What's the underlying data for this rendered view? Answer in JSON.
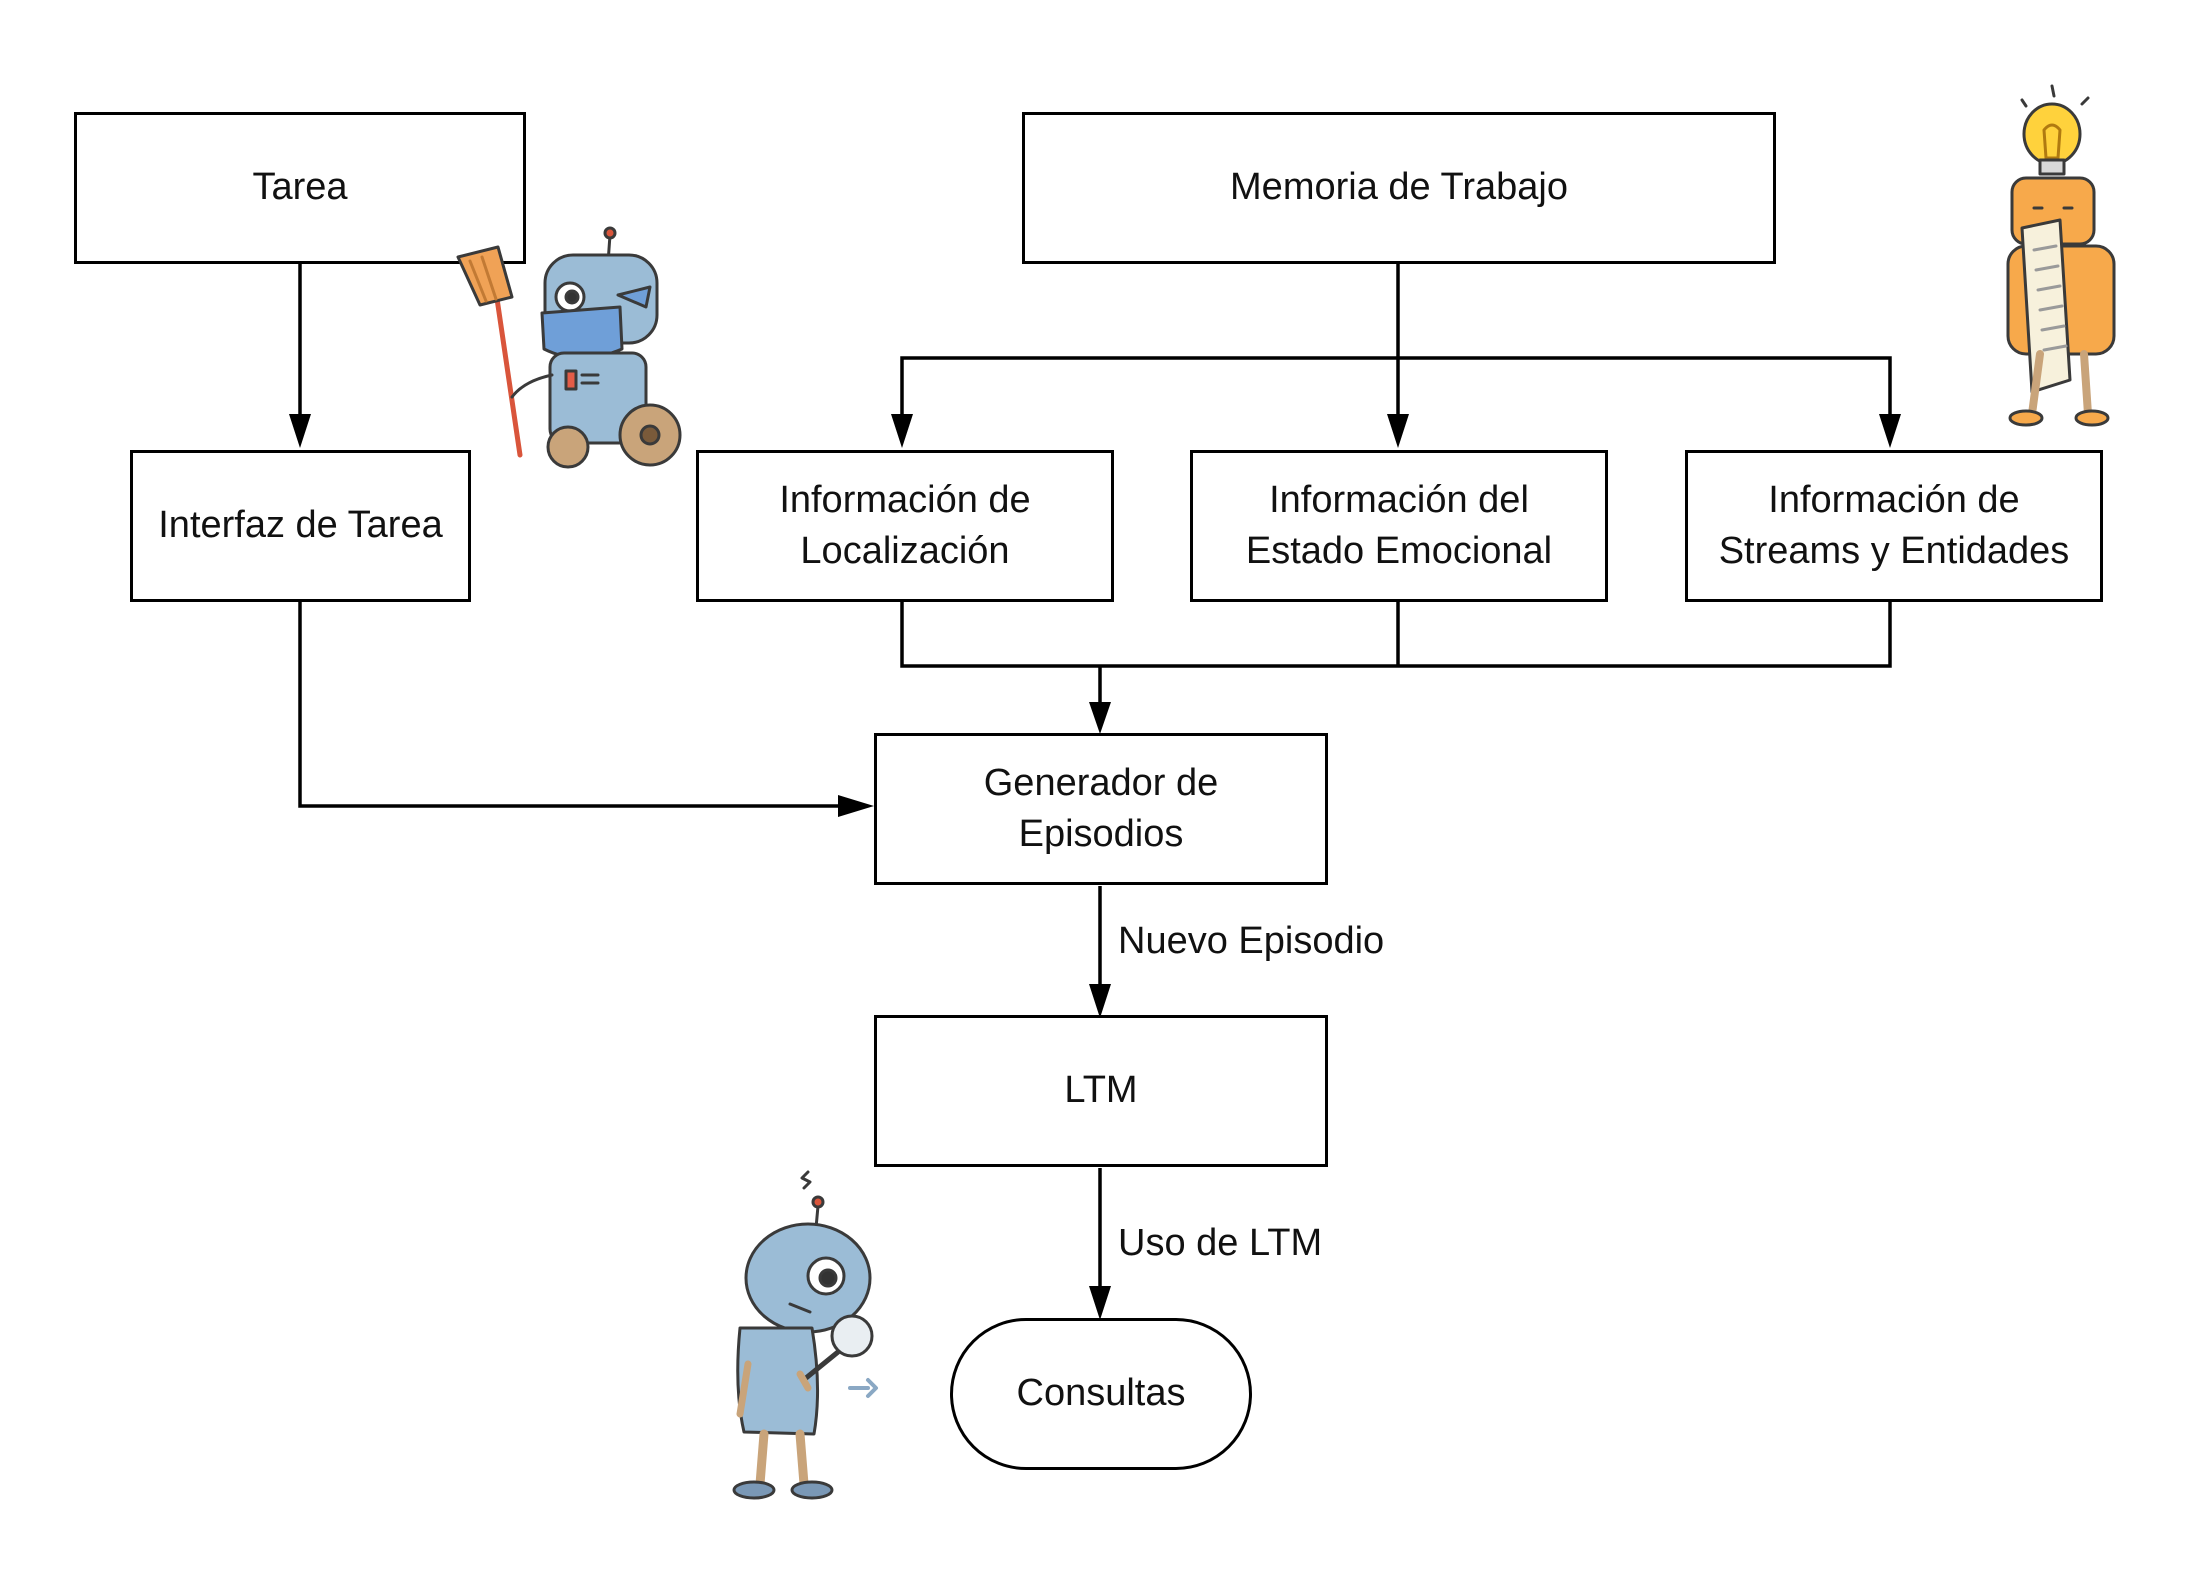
{
  "nodes": {
    "tarea": "Tarea",
    "interfaz": "Interfaz de Tarea",
    "memoria": "Memoria de Trabajo",
    "localizacion": "Información de\nLocalización",
    "emocional": "Información del\nEstado Emocional",
    "streams": "Información de\nStreams y Entidades",
    "generador": "Generador de\nEpisodios",
    "ltm": "LTM",
    "consultas": "Consultas"
  },
  "edges": {
    "nuevo_episodio": "Nuevo Episodio",
    "uso_ltm": "Uso de LTM"
  },
  "colors": {
    "line": "#000000",
    "robot_blue": "#9bbcd6",
    "robot_orange": "#f7a94b",
    "bulb_yellow": "#ffd23c"
  },
  "icons": [
    "cleaning-robot-icon",
    "idea-robot-icon",
    "searching-robot-icon"
  ]
}
